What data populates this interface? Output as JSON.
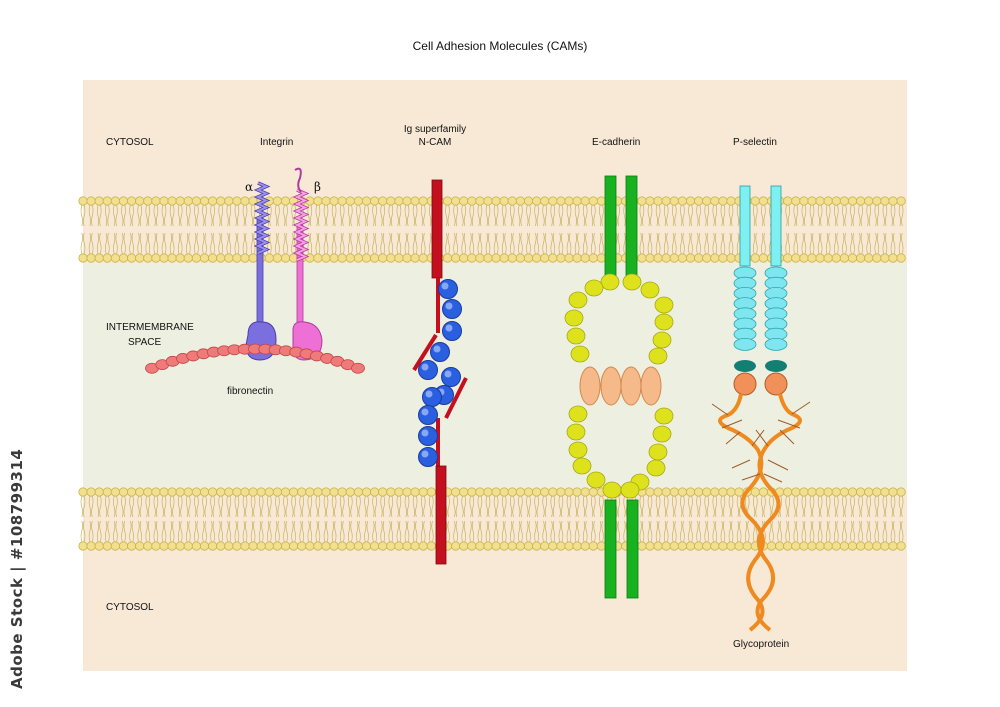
{
  "title": "Cell Adhesion Molecules (CAMs)",
  "labels": {
    "cytosol_top": "CYTOSOL",
    "cytosol_bottom": "CYTOSOL",
    "intermembrane": "INTERMEMBRANE",
    "intermembrane2": "SPACE",
    "integrin": "Integrin",
    "alpha": "α",
    "beta": "β",
    "fibronectin": "fibronectin",
    "ig1": "Ig superfamily",
    "ig2": "N-CAM",
    "ecadherin": "E-cadherin",
    "pselectin": "P-selectin",
    "glycoprotein": "Glycoprotein"
  },
  "watermark": "Adobe Stock | #108799314",
  "colors": {
    "background": "#f8e9d6",
    "intermembrane": "#edf0e0",
    "lipid_head": "#f2e08f",
    "lipid_tail": "#c8b25a",
    "integrin_alpha": "#7b6fe0",
    "integrin_beta": "#ee6fd6",
    "fibronectin": "#ef7a7a",
    "ncam_stem": "#c40f1e",
    "ncam_domain": "#2a5fe0",
    "cadherin_stem": "#18b221",
    "cadherin_domain": "#dde21d",
    "cadherin_center": "#f6b98a",
    "selectin_stem": "#7ff0f2",
    "selectin_domain": "#7fe6f0",
    "selectin_egf": "#137f74",
    "selectin_lectin": "#f19058",
    "glycoprotein": "#ee8a1f"
  }
}
